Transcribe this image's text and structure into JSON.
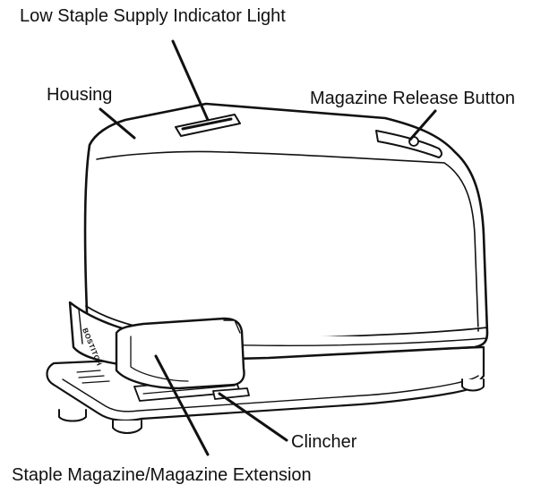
{
  "labels": {
    "indicator_light": "Low Staple Supply Indicator Light",
    "housing": "Housing",
    "magazine_release_button": "Magazine Release Button",
    "clincher": "Clincher",
    "staple_magazine": "Staple Magazine/Magazine Extension"
  },
  "device": {
    "brand_mark": "BOSTITCH"
  },
  "colors": {
    "ink": "#111111",
    "body_fill": "#ffffff"
  }
}
